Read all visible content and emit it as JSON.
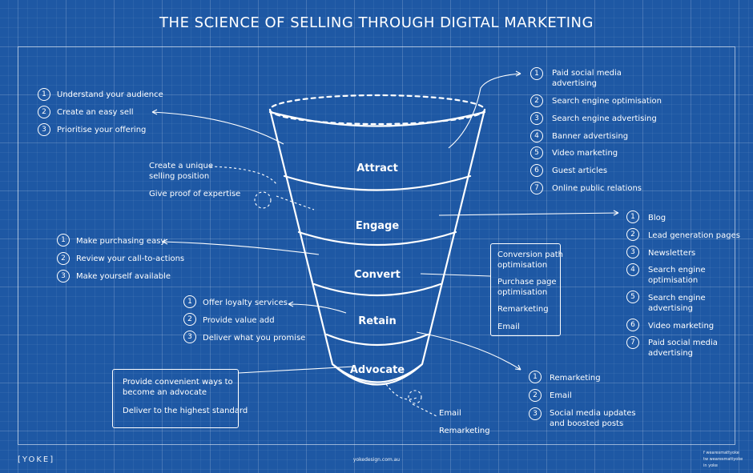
{
  "title": "THE SCIENCE OF SELLING THROUGH DIGITAL MARKETING",
  "funnel": {
    "stages": [
      "Attract",
      "Engage",
      "Convert",
      "Retain",
      "Advocate"
    ]
  },
  "left_notes": {
    "attract": [
      "Understand your audience",
      "Create an easy sell",
      "Prioritise your offering"
    ],
    "engage": [
      "Create a unique",
      "selling position",
      "Give proof of expertise"
    ],
    "convert": [
      "Make purchasing easy",
      "Review your call-to-actions",
      "Make yourself available"
    ],
    "retain": [
      "Offer loyalty services",
      "Provide value add",
      "Deliver what you promise"
    ],
    "advocate_box": [
      "Provide convenient ways to",
      "become an advocate",
      "Deliver to the highest standard"
    ]
  },
  "right_notes": {
    "attract": [
      "Paid social media",
      "advertising",
      "Search engine optimisation",
      "Search engine advertising",
      "Banner advertising",
      "Video marketing",
      "Guest articles",
      "Online public relations"
    ],
    "engage": [
      "Blog",
      "Lead generation pages",
      "Newsletters",
      "Search engine",
      "optimisation",
      "Search engine",
      "advertising",
      "Video marketing",
      "Paid social media",
      "advertising"
    ],
    "convert_box": [
      "Conversion path",
      "optimisation",
      "Purchase page",
      "optimisation",
      "Remarketing",
      "Email"
    ],
    "retain": [
      "Remarketing",
      "Email",
      "Social media updates",
      "and boosted posts"
    ],
    "advocate": [
      "Email",
      "Remarketing"
    ]
  },
  "numbers": [
    "1",
    "2",
    "3",
    "4",
    "5",
    "6",
    "7"
  ],
  "footer": {
    "logo": "[YOKE]",
    "site": "yokedesign.com.au",
    "social": [
      "f  wearesmattyoke",
      "tw  wearesmattyoke",
      "in  yoke"
    ]
  }
}
